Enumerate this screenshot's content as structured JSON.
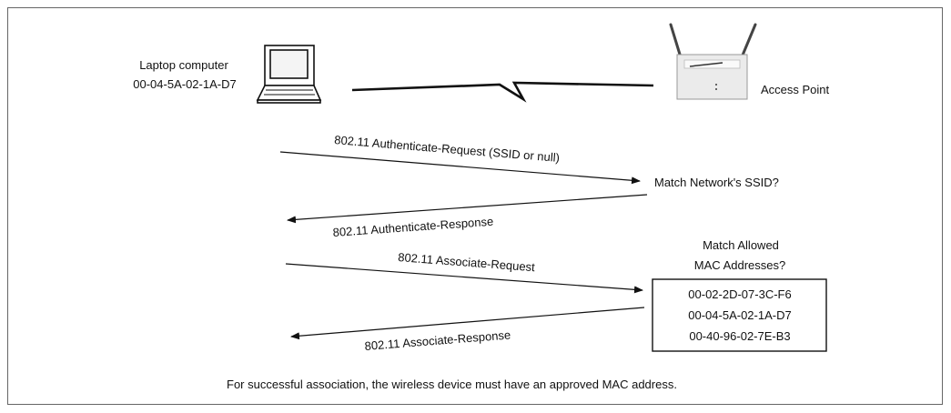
{
  "laptop": {
    "name": "Laptop computer",
    "mac": "00-04-5A-02-1A-D7"
  },
  "access_point": {
    "name": "Access Point"
  },
  "messages": [
    {
      "label": "802.11 Authenticate-Request (SSID or null)"
    },
    {
      "label": "802.11 Authenticate-Response"
    },
    {
      "label": "802.11 Associate-Request"
    },
    {
      "label": "802.11 Associate-Response"
    }
  ],
  "checks": {
    "ssid": "Match Network's SSID?",
    "mac_line1": "Match Allowed",
    "mac_line2": "MAC Addresses?"
  },
  "allowed_macs": [
    "00-02-2D-07-3C-F6",
    "00-04-5A-02-1A-D7",
    "00-40-96-02-7E-B3"
  ],
  "footnote": "For successful association, the wireless device must have an approved MAC address."
}
